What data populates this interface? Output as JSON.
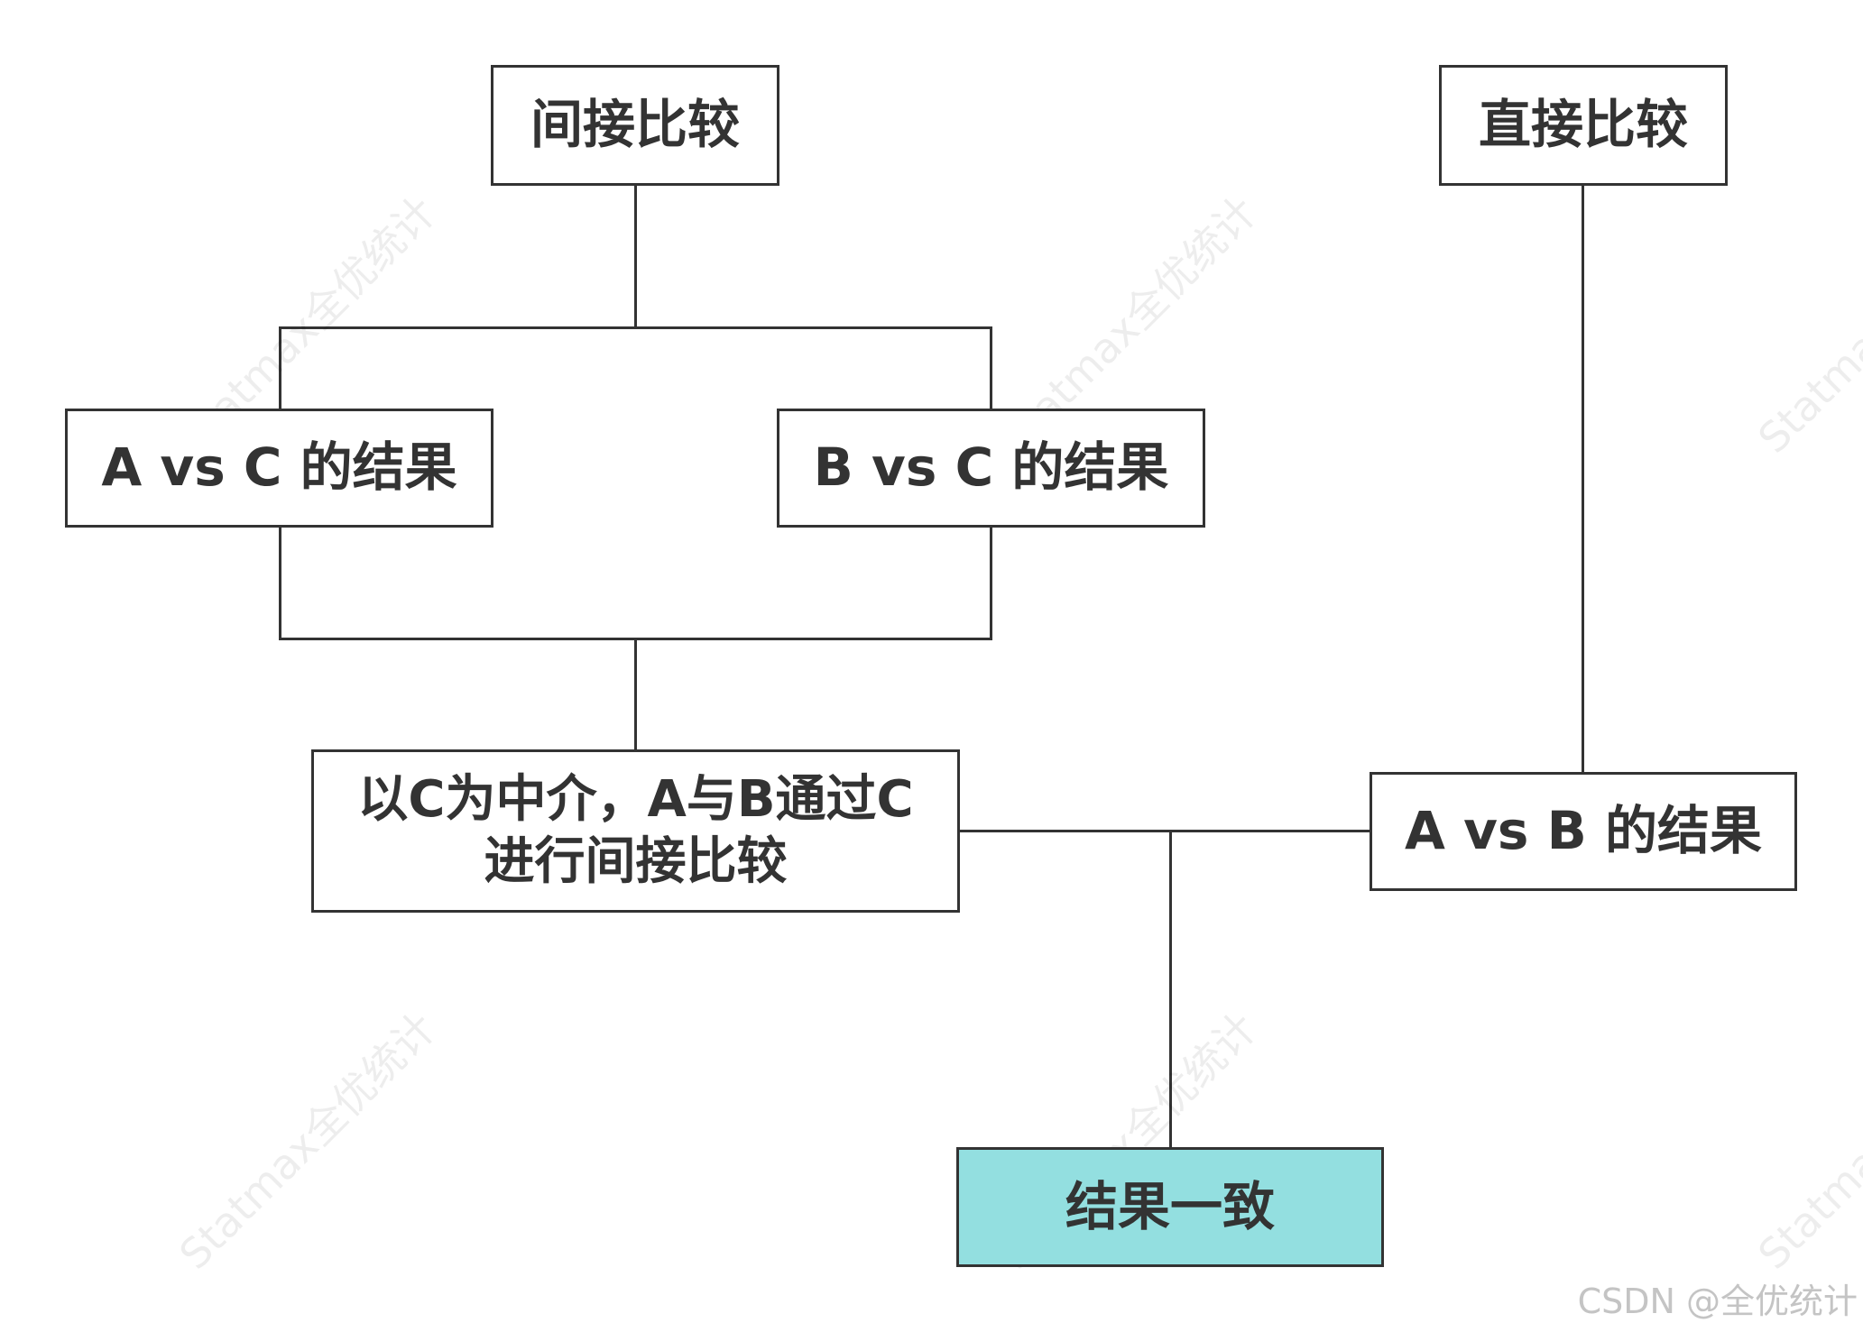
{
  "nodes": {
    "indirect": "间接比较",
    "direct": "直接比较",
    "avc": "A vs C 的结果",
    "bvc": "B vs C 的结果",
    "mediator_line1": "以C为中介，A与B通过C",
    "mediator_line2": "进行间接比较",
    "avb": "A vs B 的结果",
    "consistent": "结果一致"
  },
  "watermark": "Statmax全优统计",
  "credit": "CSDN @全优统计",
  "colors": {
    "stroke": "#333333",
    "highlight_fill": "#93dfe0"
  }
}
